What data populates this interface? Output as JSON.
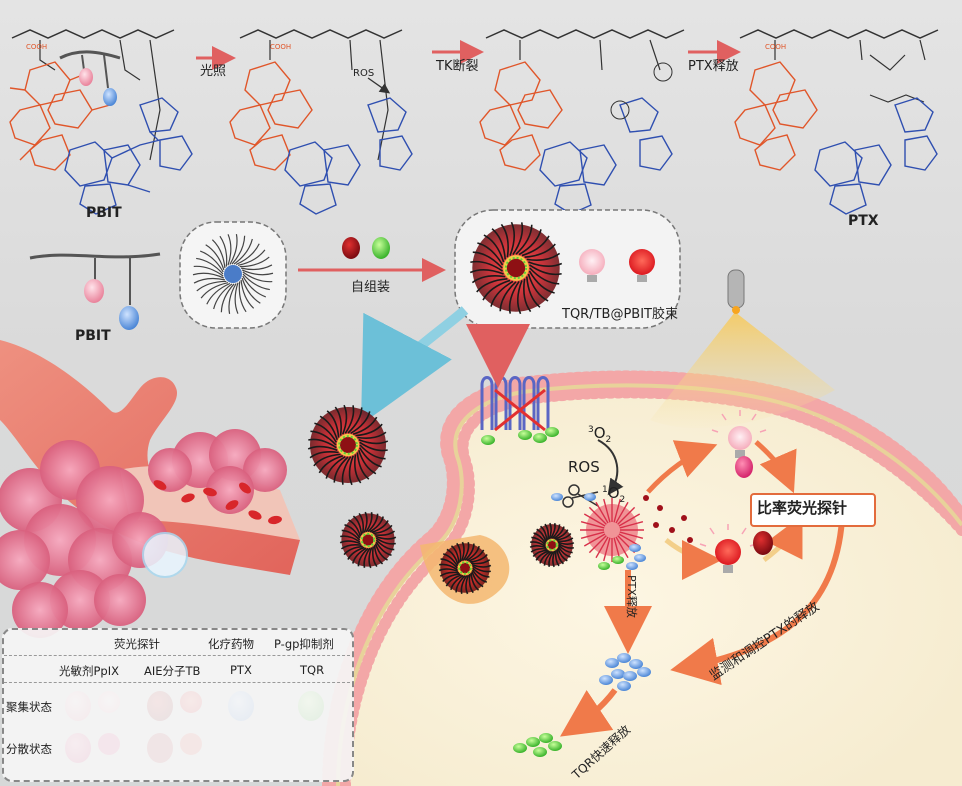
{
  "top_row": {
    "step1_arrow_label": "光照",
    "step2_arrow_label": "TK断裂",
    "step3_arrow_label": "PTX释放",
    "ros_label": "ROS",
    "left_molecule_label": "PBIT",
    "right_molecule_label": "PTX",
    "cooh_1": "COOH",
    "cooh_2": "COOH",
    "cooh_3": "COOH"
  },
  "middle_row": {
    "polymer_label": "PBIT",
    "self_assembly_label": "自组装",
    "micelle_label": "TQR/TB@PBIT胶束"
  },
  "cell": {
    "singlet_oxygen": "3O2",
    "singlet_oxygen_sup": "3",
    "singlet_oxygen_main": "O",
    "singlet_oxygen_sub": "2",
    "ros_label": "ROS",
    "excited_oxygen_sup": "1",
    "excited_oxygen_main": "O",
    "excited_oxygen_sub": "2",
    "ptx_release_label": "PTX释放",
    "ratio_probe_label": "比率荧光探针",
    "monitor_label": "监测和调控PTX的释放",
    "tqr_release_label": "TQR快速释放"
  },
  "legend": {
    "header_probe": "荧光探针",
    "header_chemo": "化疗药物",
    "header_pgp": "P-gp抑制剂",
    "col_ppix": "光敏剂PpIX",
    "col_aie": "AIE分子TB",
    "col_ptx": "PTX",
    "col_tqr": "TQR",
    "row_aggregated": "聚集状态",
    "row_dispersed": "分散状态"
  },
  "colors": {
    "porphyrin": "#e0562a",
    "taxol": "#2f4fb0",
    "ppix_pink": "#f4a6b6",
    "ptx_blue": "#6ba6e0",
    "tqr_green": "#5ccf3c",
    "aie_red": "#b3141c",
    "arrow_orange": "#f07a4a",
    "membrane": "#f3a7a7"
  },
  "icons": [
    "bulb-icon",
    "scissors-icon",
    "lamp-icon"
  ]
}
